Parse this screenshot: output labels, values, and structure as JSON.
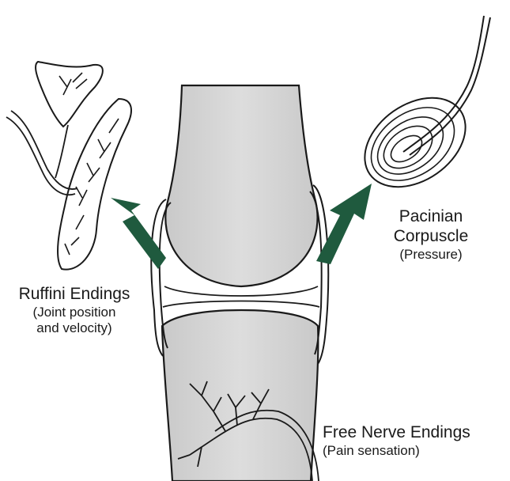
{
  "labels": {
    "ruffini": {
      "title": "Ruffini Endings",
      "subtitle_line1": "(Joint position",
      "subtitle_line2": "and velocity)"
    },
    "pacinian": {
      "title_line1": "Pacinian",
      "title_line2": "Corpuscle",
      "subtitle": "(Pressure)"
    },
    "free_nerve": {
      "title": "Free Nerve Endings",
      "subtitle": "(Pain sensation)"
    }
  },
  "colors": {
    "bone_fill": "#d7d7d7",
    "outline": "#1a1a1a",
    "arrow": "#1f5a3e",
    "background": "#ffffff"
  }
}
